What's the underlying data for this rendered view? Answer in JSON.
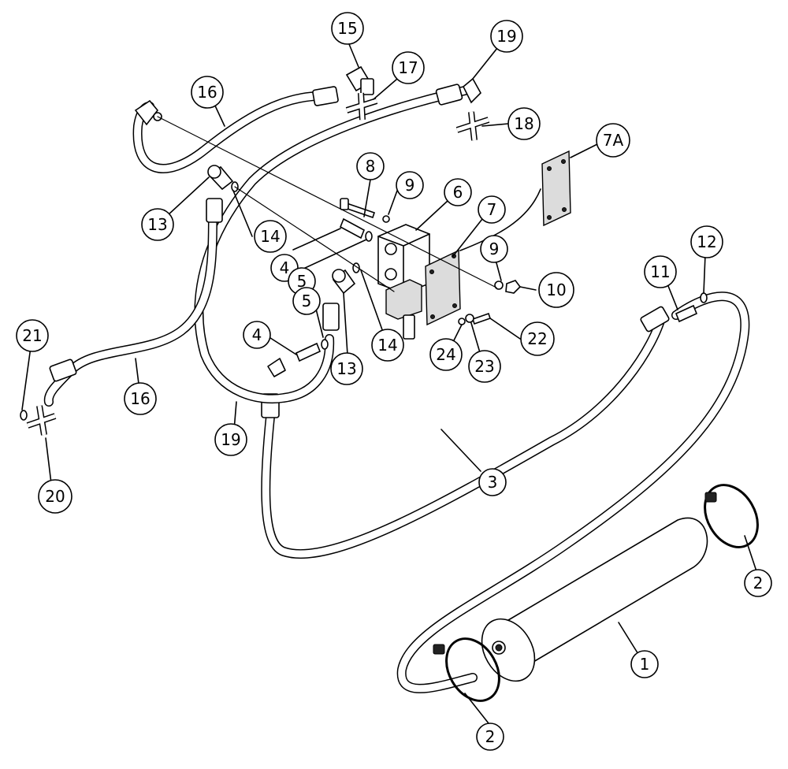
{
  "callouts": [
    {
      "id": "c1",
      "text": "1"
    },
    {
      "id": "c2a",
      "text": "2"
    },
    {
      "id": "c2b",
      "text": "2"
    },
    {
      "id": "c3",
      "text": "3"
    },
    {
      "id": "c4a",
      "text": "4"
    },
    {
      "id": "c4b",
      "text": "4"
    },
    {
      "id": "c5a",
      "text": "5"
    },
    {
      "id": "c5b",
      "text": "5"
    },
    {
      "id": "c6",
      "text": "6"
    },
    {
      "id": "c7",
      "text": "7"
    },
    {
      "id": "c7a",
      "text": "7A"
    },
    {
      "id": "c8",
      "text": "8"
    },
    {
      "id": "c9a",
      "text": "9"
    },
    {
      "id": "c9b",
      "text": "9"
    },
    {
      "id": "c10",
      "text": "10"
    },
    {
      "id": "c11",
      "text": "11"
    },
    {
      "id": "c12",
      "text": "12"
    },
    {
      "id": "c13a",
      "text": "13"
    },
    {
      "id": "c13b",
      "text": "13"
    },
    {
      "id": "c14a",
      "text": "14"
    },
    {
      "id": "c14b",
      "text": "14"
    },
    {
      "id": "c15",
      "text": "15"
    },
    {
      "id": "c16a",
      "text": "16"
    },
    {
      "id": "c16b",
      "text": "16"
    },
    {
      "id": "c17",
      "text": "17"
    },
    {
      "id": "c18",
      "text": "18"
    },
    {
      "id": "c19a",
      "text": "19"
    },
    {
      "id": "c19b",
      "text": "19"
    },
    {
      "id": "c20",
      "text": "20"
    },
    {
      "id": "c21",
      "text": "21"
    },
    {
      "id": "c22",
      "text": "22"
    },
    {
      "id": "c23",
      "text": "23"
    },
    {
      "id": "c24",
      "text": "24"
    }
  ]
}
